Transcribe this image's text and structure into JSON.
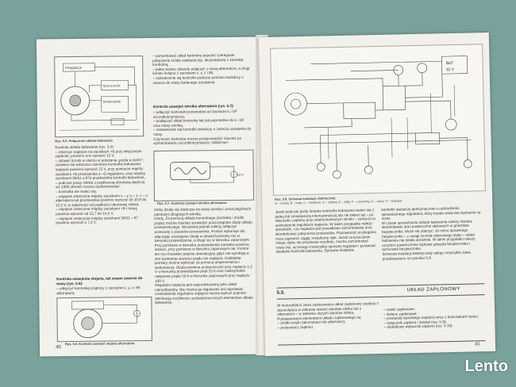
{
  "left_page": {
    "number": "40",
    "fig_top": {
      "caption": "Rys. 5.5. Połączenie układu ładowania",
      "labels": [
        "PRĄDNICA",
        "REGULATOR",
        "PRZEKAŹNIK"
      ]
    },
    "col1_text": "Kontrola układu ładowania (rys. 5.5):\n– zmierzyć napięcie na zaciskach +B przy włączonym zapłonie; powinno ono wynosić 12 V,\n– ustawić licznik w starciu w położenie „jazda w dzień”; zaświeci się wówczas czerwona kontrolka ładowania; napięcie powinno wynosić 12 V, przy pomiarze między zaciskami +B prostownika a –Ω regulatora, oraz między zaciskami 30/51 a 87a przekaźnika kontrolki ładowania,\n– podczas pracy silnika z prędkością obrotową większą niż 1000 obr/min można zaobserwować:\n  – kontrolka nie świeci się,\n  – napięcie zmierzone między zaciskami x – y, y – z, x – z alternatora lub prostownika powinno wynosić od 10,8 do 12,2 V, w zależności od prędkości obrotowej silnika,\n  – napięcie zmierzone między zaciskami +B i masą powinno wynosić od 12,7 do 14,5 V,\n  – napięcie zmierzone między zaciskami 30/51 – 87 powinno wynosić ≤ 7,2 V.",
    "heading_mass": "Kontrola uzwojenia stojana, tak zwane zwarcie do masy (rys. 5.6):",
    "mass_text": "– odłączyć kontrolkę prądnicy z zacisków x, y, z i 86 alternatora;",
    "fig_bottom": {
      "caption": "Rys. 5.6. Kontrola uzwojeń stojana alternatora"
    },
    "col2_text_top": "– pomontować układ kontrolny poprzez szeregowe połączenie źródła zasilania (np. akumulatora) z żarówką kontrolną,\n– jeden koniec obwodu połączyć z masą alternatora, a drugi koniec kolejno z zaciskami x, y, z i 86,\n– zaświecenie się kontrolki podczas pomiaru świadczy o zwarciu do masy badanego uzwojenia.",
    "heading_rotor": "Kontrola uzwojeń wirnika alternatora (rys. 5.7):",
    "rotor_text": "– odłączyć końcówki przewodów od zacisków Ł i DF szczotkotrzymacza,\n– podłączyć układ kontrolny tak jak poprzednio do Ł i DF oraz masy wirnika,\n– zaświecenie się kontrolki świadczy o zwarciu uzwojenia do masy.\nCzynności kontrolne można przeprowadzić również po wymontowaniu szczotkotrzymacza. Układ kon-",
    "fig_mid": {
      "caption": "Rys. 5.7. Kontrola uzwojeń wirnika alternatora",
      "label": "12 V"
    },
    "col2_text_bottom": "trolny działa się wówczas do masy wirnika i poszczególnych pierścieni ślizgowych wirnika.\nDiody. Za pomocą układu kontrolnego (żarówka i źródło prądu) można również sprawdzić poszczególne diody układu prostowniczego. Wcześniej jednak należy odłączyć przewody z zacisków prostownika. Pomiar wykonuje się włączając szeregowo diodę w obwód kontrolny raz w kierunku przewodzenia, a drugi raz w kierunku zaporowym. Przy pomiarze w kierunku przewodzenia żarówka powinna świecić, przy pomiarze w kierunku zaporowym nie. Pomiar ten ma charakter jedynie orientacyjny, gdyż nie wynikają w nim konkretne wartości prądu ani napięcia. Dokładnie pomiary można wykonać za pomocą amperomierza i woltomierza. Dioda powinna przepuszczać przy napięciu 1,2 V w kierunku przewodzenia prąd 15 A oraz maksymalne natężenie prądu 50 A w kierunku zaporowym przy napięciu 100 V.\nRegulator napięcia jest wyprodukowany jako układ nierozbieralny. Nie można go regulować ani naprawiać. Uszkodzenie regulatora napięcia można wykryć poprzez eliminację możliwości uszkodzenia innych elementów układu ładowania."
  },
  "right_page": {
    "number": "41",
    "fig": {
      "caption": "Rys. 5.8. Schemat instalacji elektrycznej",
      "legend": "A – czarny, B – biały, C – niebieski, D – zielony, E – żółty, F – czerwony, G – szary, H – brązowy",
      "labels": [
        "BAT",
        "12 V"
      ]
    },
    "col1_text": "Jeżeli podczas jazdy lampka kontrolna ładowania świeci się z pełną lub zmniejszoną intensywnością lub nie świeci się – po włączeniu zapłonu przy unieruchomionym silniku – oznacza to uszkodzenie regulatora napięcia. W takim przypadku należy sprawdzić, czy regulator jest prawidłowo zamontowany oraz skontrolować połączenia przewodów. Poprawność przylegania musi zapewnić ciągły, metaliczny styk. Jeżeli oczyszczenie miejsc styku nie przyniesie rezultatu, można zamontować nowy (np. od innego motocykla) sprawny regulator i porównać działanie kontrolki ładowania. Sprawne działanie",
    "col2_text": "kontrolki świadczy jednoznacznie o uszkodzeniu sprawdzanego regulatora, który trzeba wówczas wymienić na nowy.\nW czasie sprawdzania układu ładowania należy również skontrolować stan powierzchni stykowych w gnieździe bezpiecznika. Może się zdarzyć, że mimo sprawnego bezpiecznika – z uwagi na brak właściwego styku – układ ładowania nie działa sprawnie. W takim przypadku należy oczyścić powierzchnie stykowe gniazda bezpiecznika i końcówek bezpiecznika.\nSchemat instalacji elektrycznej całego motocykla Jawa przedstawiono na rysunku 5.8.",
    "section_number": "5.3.",
    "section_title": "UKŁAD ZAPŁONOWY",
    "sect_col1": "W motocyklach Jawa zastosowano układ zapłonowy zasilany z akumulatora w zakresie niskich obrotów silnika lub z alternatora – w zakresie dużych obrotów silnika.\nPodstawowymi elementami układu zapłonowego są:\n– źródło prądu (akumulator lub alternator);\n– przerywacz zapłonu;",
    "sect_col2": "– cewki zapłonowe;\n– świece zapłonowe;\n– przewody wysokiego napięcia wraz z końcówkami świec;\n– wyłącznik zapłonu i świateł (rys. 5.9);\n– dodatkowy wyłącznik zapłonu (rys. 5.10)."
  },
  "watermark": "Lento"
}
